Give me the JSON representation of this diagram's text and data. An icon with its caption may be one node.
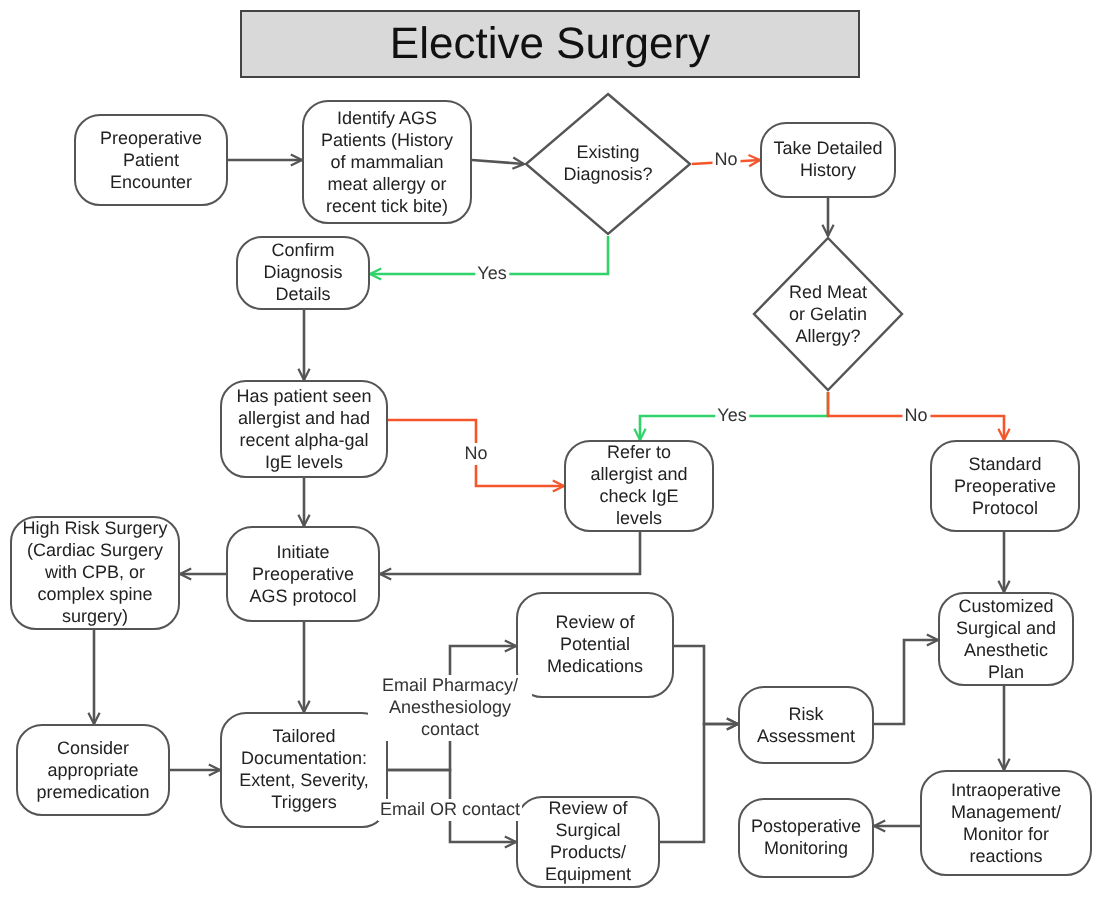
{
  "diagram": {
    "title": "Elective Surgery",
    "nodes": [
      {
        "text": [
          "Preoperative Patient Encounter"
        ]
      },
      {
        "text": [
          "Identify AGS Patients (History of mammalian meat allergy or recent tick bite)"
        ]
      },
      {
        "text": [
          "Existing Diagnosis?"
        ]
      },
      {
        "text": [
          "Take Detailed History"
        ]
      },
      {
        "text": [
          "Confirm Diagnosis Details"
        ]
      },
      {
        "text": [
          "Red Meat or Gelatin Allergy?"
        ]
      },
      {
        "text": [
          "Has patient seen allergist and had recent alpha-gal IgE levels"
        ]
      },
      {
        "text": [
          "Refer to allergist and check IgE levels"
        ]
      },
      {
        "text": [
          "Standard Preoperative Protocol"
        ]
      },
      {
        "text": [
          "High Risk Surgery (Cardiac Surgery with CPB, or complex spine surgery)"
        ]
      },
      {
        "text": [
          "Initiate Preoperative AGS protocol"
        ]
      },
      {
        "text": [
          "Review of Potential Medications"
        ]
      },
      {
        "text": [
          "Customized Surgical and Anesthetic Plan"
        ]
      },
      {
        "text": [
          "Consider appropriate premedication"
        ]
      },
      {
        "text": [
          "Tailored Documentation: Extent, Severity, Triggers"
        ]
      },
      {
        "text": [
          "Risk Assessment"
        ]
      },
      {
        "text": [
          "Review of Surgical Products/ Equipment"
        ]
      },
      {
        "text": [
          "Postoperative Monitoring"
        ]
      },
      {
        "text": [
          "Intraoperative Management/ Monitor for reactions"
        ]
      }
    ],
    "edges": [
      {
        "from": 0,
        "to": 1,
        "arrow": "to"
      },
      {
        "from": 1,
        "to": 2,
        "arrow": "to"
      },
      {
        "from": 2,
        "to": 3,
        "arrow": "to",
        "label": "No",
        "color": "#f4552a"
      },
      {
        "from": 2,
        "to": 4,
        "arrow": "to",
        "label": "Yes",
        "color": "#2fd36a"
      },
      {
        "from": 3,
        "to": 5,
        "arrow": "to"
      },
      {
        "from": 4,
        "to": 6,
        "arrow": "to"
      },
      {
        "from": 5,
        "to": 7,
        "arrow": "to",
        "label": "Yes",
        "color": "#2fd36a"
      },
      {
        "from": 5,
        "to": 8,
        "arrow": "to",
        "label": "No",
        "color": "#f4552a"
      },
      {
        "from": 6,
        "to": 7,
        "arrow": "to",
        "label": "No",
        "color": "#f4552a"
      },
      {
        "from": 6,
        "to": 10,
        "arrow": "to"
      },
      {
        "from": 7,
        "to": 10,
        "arrow": "to"
      },
      {
        "from": 10,
        "to": 9,
        "arrow": "to"
      },
      {
        "from": 9,
        "to": 13,
        "arrow": "to"
      },
      {
        "from": 10,
        "to": 14,
        "arrow": "to"
      },
      {
        "from": 13,
        "to": 14,
        "arrow": "to"
      },
      {
        "from": 14,
        "to": 11,
        "arrow": "to",
        "label": "Email Pharmacy/ Anesthesiology contact"
      },
      {
        "from": 14,
        "to": 16,
        "arrow": "to",
        "label": "Email OR contact"
      },
      {
        "from": 11,
        "to": 15,
        "arrow": "to"
      },
      {
        "from": 16,
        "to": 15,
        "arrow": "to"
      },
      {
        "from": 15,
        "to": 12,
        "arrow": "to"
      },
      {
        "from": 8,
        "to": 12,
        "arrow": "to"
      },
      {
        "from": 12,
        "to": 18,
        "arrow": "to"
      },
      {
        "from": 18,
        "to": 17,
        "arrow": "to"
      }
    ]
  }
}
